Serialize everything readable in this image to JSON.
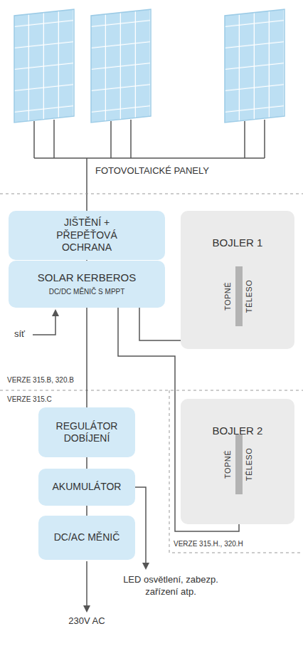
{
  "diagram": {
    "nodes": [
      {
        "text": [
          "JIŠTĚNÍ + PŘEPĚŤOVÁ OCHRANA"
        ]
      },
      {
        "text": [
          "SOLAR KERBEROS",
          "DC/DC MĚNIČ S MPPT"
        ]
      },
      {
        "text": [
          "BOJLER 1"
        ]
      },
      {
        "text": [
          "TOPNÉ",
          "TĚLESO"
        ],
        "in": 2
      },
      {
        "text": [
          "REGULÁTOR DOBÍJENÍ"
        ]
      },
      {
        "text": [
          "AKUMULÁTOR"
        ]
      },
      {
        "text": [
          "DC/AC MĚNIČ"
        ]
      },
      {
        "text": [
          "BOJLER 2"
        ]
      },
      {
        "text": [
          "TOPNÉ",
          "TĚLESO"
        ],
        "in": 7
      }
    ],
    "edges": [
      {
        "from": 0,
        "to": 1,
        "arrow": "none"
      },
      {
        "from": 1,
        "to": 3,
        "arrow": "none"
      },
      {
        "from": 1,
        "to": 4,
        "arrow": "none"
      },
      {
        "from": 4,
        "to": 5,
        "arrow": "none"
      },
      {
        "from": 5,
        "to": 6,
        "arrow": "none"
      },
      {
        "from": 1,
        "to": 8,
        "arrow": "none"
      }
    ],
    "labels": [
      "FOTOVOLTAICKÉ PANELY",
      "síť",
      "VERZE 315.B, 320.B",
      "VERZE 315.C",
      "VERZE 315.H., 320.H",
      "230V AC",
      "LED osvětlení, zabezp. zařízení atp."
    ]
  }
}
